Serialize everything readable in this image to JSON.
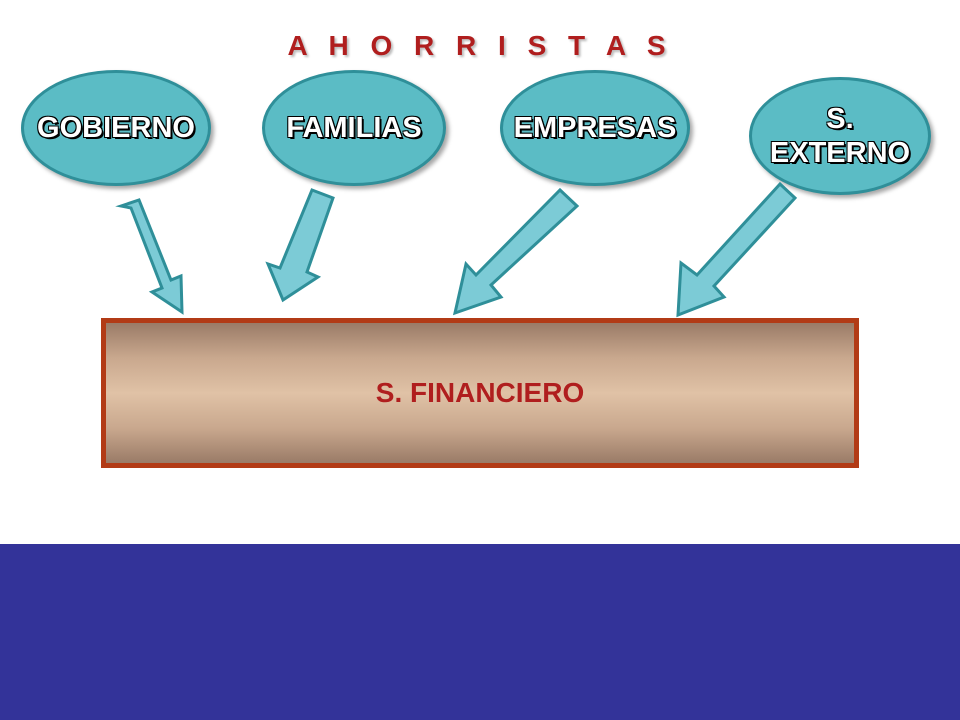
{
  "diagram": {
    "title": "A H O R R I S T A S",
    "savers": [
      {
        "label": "GOBIERNO"
      },
      {
        "label": "FAMILIAS"
      },
      {
        "label": "EMPRESAS"
      },
      {
        "label": "S.\nEXTERNO"
      }
    ],
    "target": {
      "label": "S. FINANCIERO"
    }
  },
  "colors": {
    "title": "#b01e1e",
    "ellipse_fill": "#5bbcc5",
    "ellipse_border": "#2f8f99",
    "arrow_fill": "#7ccbd6",
    "box_border": "#b23b16",
    "box_label": "#b01e1e",
    "bottom_band": "#333399"
  }
}
